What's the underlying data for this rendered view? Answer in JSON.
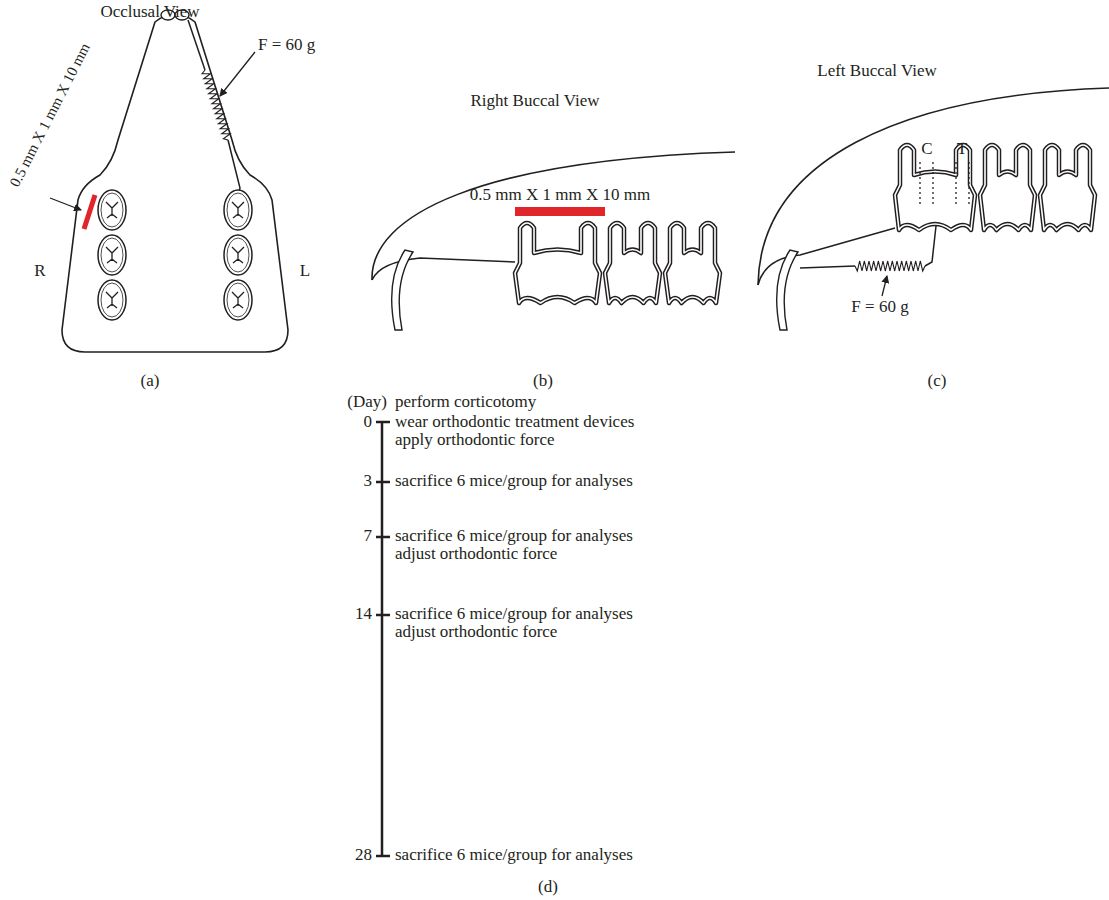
{
  "diagram": {
    "labels": [
      "Occlusal View",
      "0.5 mm X 1 mm X 10 mm",
      "F = 60 g",
      "R",
      "L",
      "(a)",
      "Right Buccal View",
      "0.5 mm X 1 mm X 10 mm",
      "(b)",
      "Left Buccal View",
      "C",
      "T",
      "F = 60 g",
      "(c)",
      "(Day)",
      "perform corticotomy",
      "0",
      "wear orthodontic treatment devices",
      "apply orthodontic force",
      "3",
      "sacrifice 6 mice/group for analyses",
      "7",
      "sacrifice 6 mice/group for analyses",
      "adjust orthodontic force",
      "14",
      "sacrifice 6 mice/group for analyses",
      "adjust orthodontic force",
      "28",
      "sacrifice 6 mice/group for analyses",
      "(d)"
    ]
  }
}
